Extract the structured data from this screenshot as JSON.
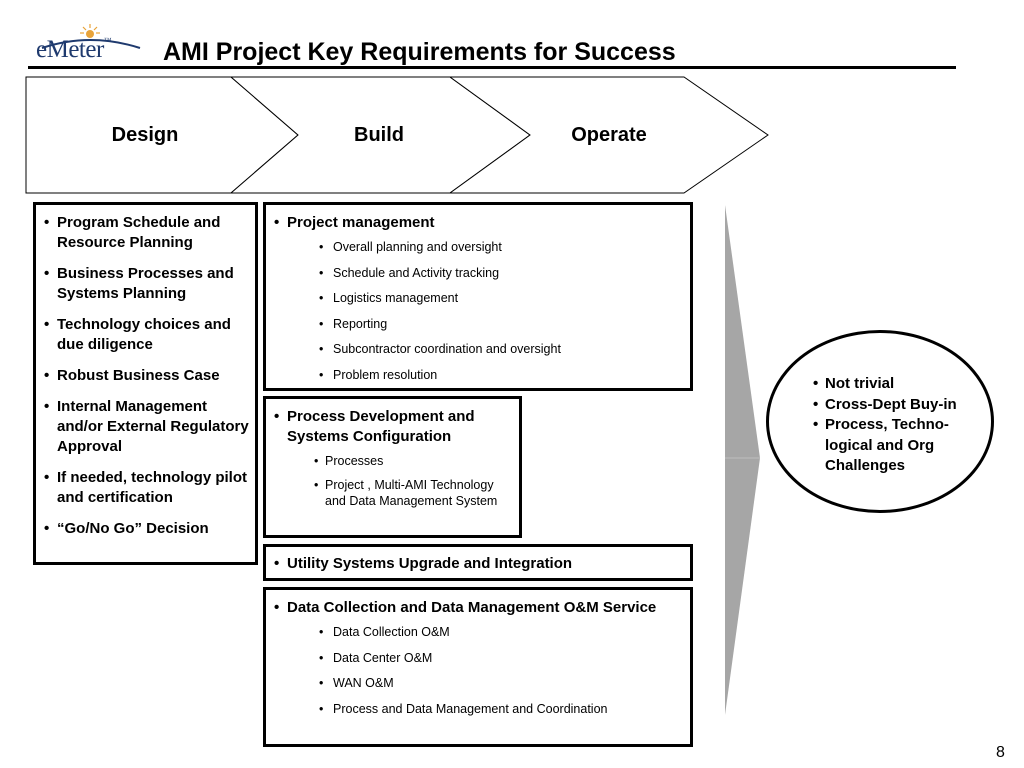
{
  "header": {
    "logo_text": "eMeter",
    "logo_tm": "™",
    "title": "AMI Project Key Requirements for Success"
  },
  "phases": [
    "Design",
    "Build",
    "Operate"
  ],
  "design": {
    "items": [
      "Program Schedule and Resource Planning",
      "Business Processes and Systems Planning",
      "Technology choices and due diligence",
      "Robust Business Case",
      "Internal Management and/or External Regulatory Approval",
      "If needed, technology pilot and certification",
      "“Go/No Go” Decision"
    ]
  },
  "project_management": {
    "heading": "Project management",
    "items": [
      "Overall planning and oversight",
      "Schedule and Activity tracking",
      "Logistics management",
      "Reporting",
      "Subcontractor coordination and oversight",
      "Problem resolution"
    ]
  },
  "process_development": {
    "heading": "Process Development and Systems Configuration",
    "items": [
      "Processes",
      "Project , Multi-AMI Technology and Data Management System"
    ]
  },
  "utility_systems": {
    "heading": "Utility Systems Upgrade and Integration"
  },
  "data_collection": {
    "heading": "Data Collection and Data Management O&M Service",
    "items": [
      "Data Collection O&M",
      "Data Center O&M",
      "WAN O&M",
      "Process  and Data Management and Coordination"
    ]
  },
  "summary": {
    "items": [
      "Not trivial",
      "Cross-Dept Buy-in",
      "Process, Techno-logical and Org Challenges"
    ]
  },
  "page_number": "8",
  "colors": {
    "logo_blue": "#1f3a6e",
    "logo_sun": "#e8a33a",
    "arrow_gray": "#a6a6a6"
  }
}
